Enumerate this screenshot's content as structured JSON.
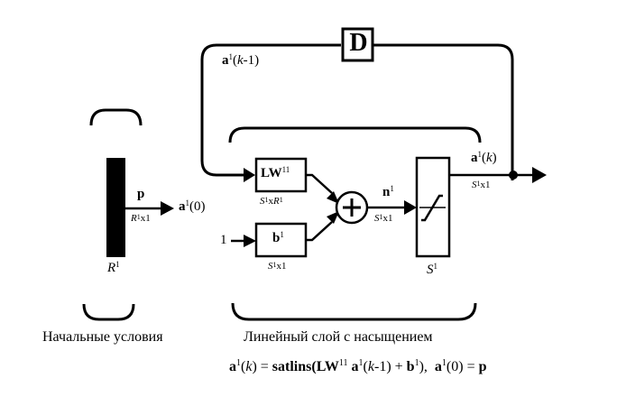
{
  "diagram": {
    "title": "Recurrent linear saturating layer (Hopfield-type network)",
    "delay_block": {
      "label": "D"
    },
    "input": {
      "signal_name": "p",
      "dims": {
        "rows": "R",
        "rows_sup": "1",
        "times": "x",
        "cols": "1"
      },
      "source_size": {
        "name": "R",
        "sup": "1"
      },
      "initial_output": {
        "name": "a",
        "sup": "1",
        "arg": "(0)"
      }
    },
    "feedback": {
      "name": "a",
      "sup": "1",
      "arg_open": "(",
      "arg_k": "k",
      "arg_rest": "-1)"
    },
    "weight_block": {
      "name": "LW",
      "sup": "11",
      "dims": {
        "rows": "S",
        "rows_sup": "1",
        "times": "x",
        "cols": "R",
        "cols_sup": "1"
      }
    },
    "bias_block": {
      "name": "b",
      "sup": "1",
      "input_value": "1",
      "dims": {
        "rows": "S",
        "rows_sup": "1",
        "times": "x",
        "cols": "1"
      }
    },
    "summer": {
      "symbol": "+"
    },
    "net_input": {
      "name": "n",
      "sup": "1",
      "dims": {
        "rows": "S",
        "rows_sup": "1",
        "times": "x",
        "cols": "1"
      }
    },
    "transfer_block": {
      "function": "satlins",
      "size_name": "S",
      "size_sup": "1"
    },
    "output": {
      "name": "a",
      "sup": "1",
      "arg_open": "(",
      "arg_k": "k",
      "arg_close": ")",
      "dims": {
        "rows": "S",
        "rows_sup": "1",
        "times": "x",
        "cols": "1"
      }
    },
    "captions": {
      "initial_conditions": "Начальные условия",
      "layer": "Линейный слой с насыщением"
    },
    "equation": {
      "lhs_name": "a",
      "lhs_sup": "1",
      "lhs_arg_open": "(",
      "lhs_k": "k",
      "lhs_arg_close": ")",
      "equals": "=",
      "func": "satlins",
      "paren_open": "(",
      "w_name": "LW",
      "w_sup": "11",
      "a_name": "a",
      "a_sup": "1",
      "a_arg_open": "(",
      "a_k": "k",
      "a_arg_rest": "-1)",
      "plus": "+",
      "b_name": "b",
      "b_sup": "1",
      "paren_close": ")",
      "comma": ",",
      "init_name": "a",
      "init_sup": "1",
      "init_arg": "(0)",
      "init_equals": "=",
      "init_value": "p"
    }
  }
}
